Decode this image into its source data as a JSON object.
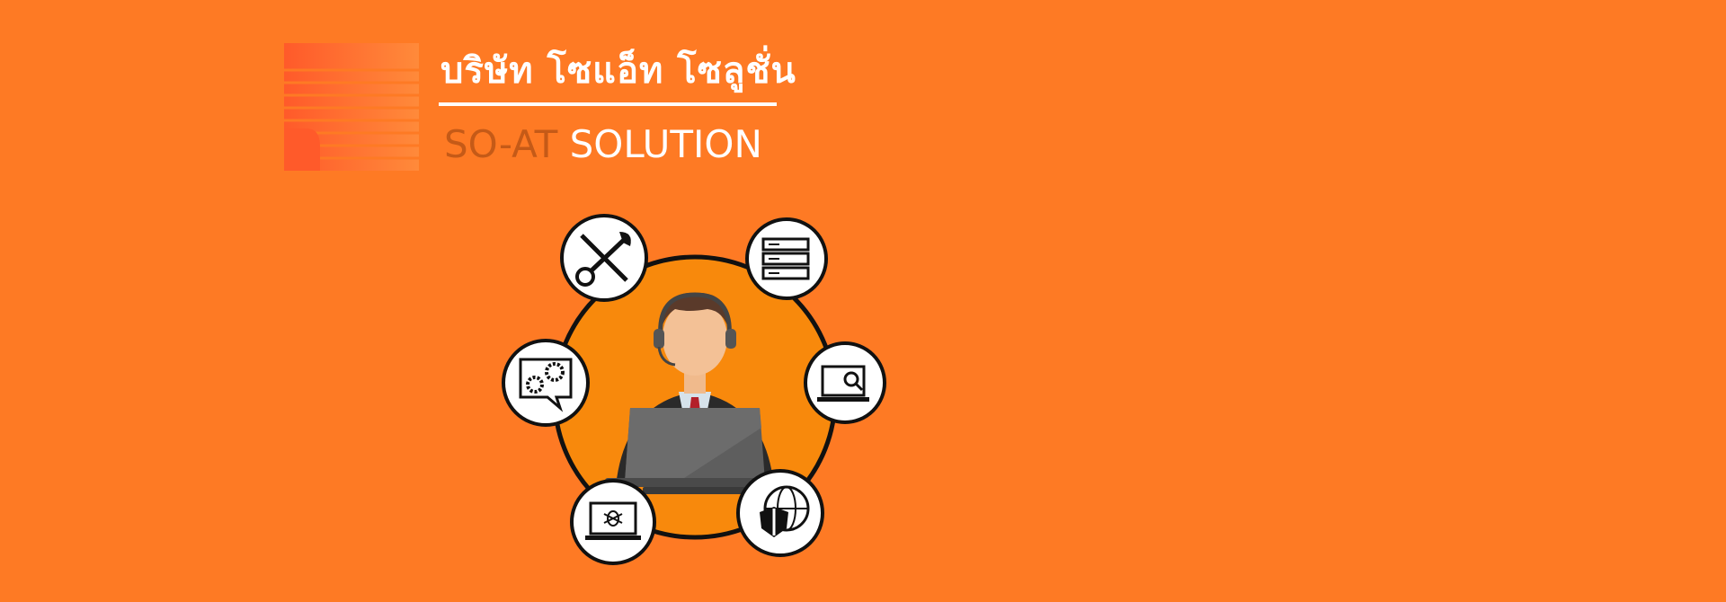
{
  "brand": {
    "thai_name": "บริษัท โซแอ็ท โซลูชั่น",
    "en_part1": "SO-AT",
    "en_part2": "SOLUTION",
    "colors": {
      "background": "#FE7A24",
      "circle": "#F8890C",
      "muted_text": "#C55A17",
      "white": "#FFFFFF"
    }
  },
  "hero": {
    "icons": [
      "tools-icon",
      "server-icon",
      "gears-chat-icon",
      "laptop-search-icon",
      "laptop-bug-icon",
      "globe-shield-icon"
    ]
  }
}
